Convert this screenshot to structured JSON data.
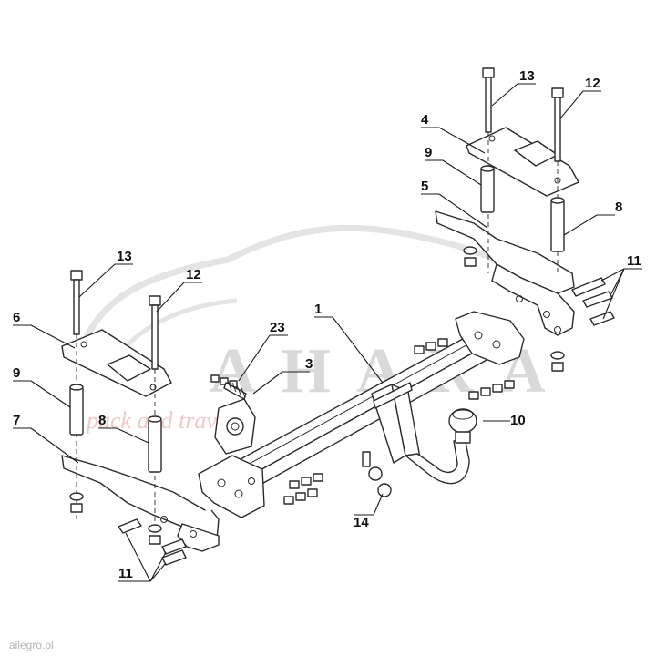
{
  "watermark": {
    "brand": "AHARA",
    "tagline": "pack and travel"
  },
  "footer": {
    "source": "allegro.pl"
  },
  "callouts": [
    {
      "id": "c1",
      "label": "1"
    },
    {
      "id": "c3",
      "label": "3"
    },
    {
      "id": "c4",
      "label": "4"
    },
    {
      "id": "c5",
      "label": "5"
    },
    {
      "id": "c6",
      "label": "6"
    },
    {
      "id": "c7",
      "label": "7"
    },
    {
      "id": "c8r",
      "label": "8"
    },
    {
      "id": "c8l",
      "label": "8"
    },
    {
      "id": "c9r",
      "label": "9"
    },
    {
      "id": "c9l",
      "label": "9"
    },
    {
      "id": "c10",
      "label": "10"
    },
    {
      "id": "c11r",
      "label": "11"
    },
    {
      "id": "c11l",
      "label": "11"
    },
    {
      "id": "c12r",
      "label": "12"
    },
    {
      "id": "c12l",
      "label": "12"
    },
    {
      "id": "c13r",
      "label": "13"
    },
    {
      "id": "c13l",
      "label": "13"
    },
    {
      "id": "c14",
      "label": "14"
    },
    {
      "id": "c23",
      "label": "23"
    }
  ]
}
